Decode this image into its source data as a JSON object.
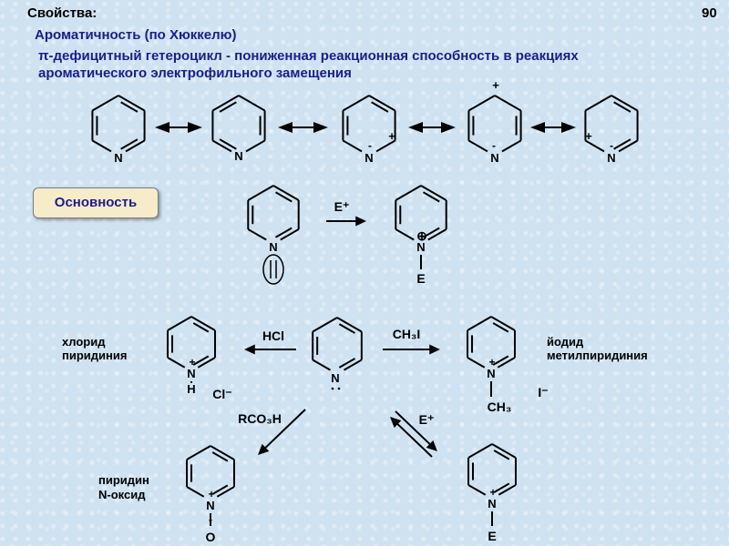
{
  "header": {
    "title": "Свойства:",
    "page_number": "90",
    "aromaticity": "Ароматичность (по Хюккелю)",
    "pi_line_1": "π-дефицитный гетероцикл - пониженная реакционная способность в реакциях",
    "pi_line_2": "ароматического электрофильного замещения"
  },
  "basicity_button": "Основность",
  "atoms": {
    "n": "N",
    "h": "H",
    "o": "O",
    "e": "E",
    "plus": "+",
    "minus": "-",
    "circle_plus": "⊕"
  },
  "reagents": {
    "electrophile": "E⁺",
    "hcl": "HCl",
    "ch3i": "CH₃I",
    "rco3h": "RCO₃H",
    "chloride": "Cl⁻",
    "iodide": "I⁻",
    "methyl": "CH₃"
  },
  "labels": {
    "pyridinium_chloride": [
      "хлорид",
      "пиридиния"
    ],
    "methylpyridinium_iodide": [
      "йодид",
      "метилпиридиния"
    ],
    "pyridine_n_oxide": [
      "пиридин",
      "N-оксид"
    ]
  }
}
